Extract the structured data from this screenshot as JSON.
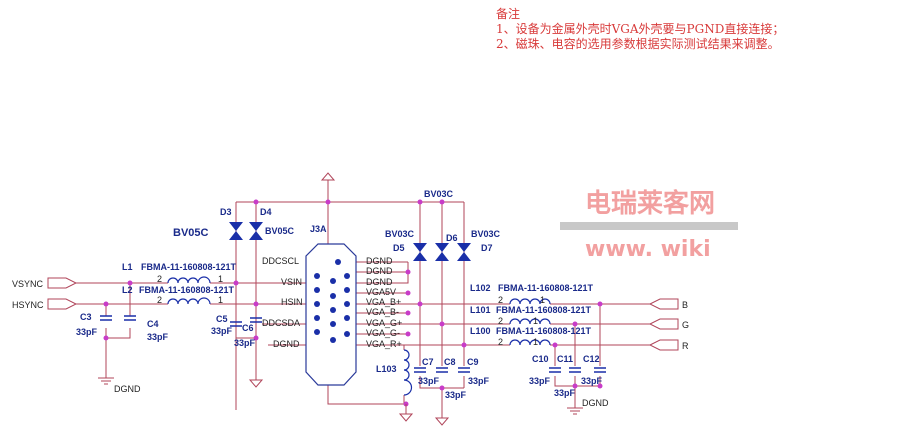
{
  "notes": {
    "title": "备注",
    "line1": "1、设备为金属外壳时VGA外壳要与PGND直接连接；",
    "line2": "2、磁珠、电容的选用参数根据实际测试结果来调整。"
  },
  "watermark": {
    "cn": "电瑞莱客网",
    "url": "www.  wiki"
  },
  "ports": {
    "vsync": "VSYNC",
    "hsync": "HSYNC",
    "b": "B",
    "g": "G",
    "r": "R"
  },
  "inductors": {
    "l1": "L1",
    "l2": "L2",
    "l100": "L100",
    "l101": "L101",
    "l102": "L102",
    "l103": "L103",
    "part": "FBMA-11-160808-121T",
    "pin1": "1",
    "pin2": "2"
  },
  "caps": {
    "c3": "C3",
    "c4": "C4",
    "c5": "C5",
    "c6": "C6",
    "c7": "C7",
    "c8": "C8",
    "c9": "C9",
    "c10": "C10",
    "c11": "C11",
    "c12": "C12",
    "value": "33pF"
  },
  "diodes": {
    "d3": "D3",
    "d4": "D4",
    "d5": "D5",
    "d6": "D6",
    "d7": "D7",
    "bv05c": "BV05C",
    "bv03c": "BV03C"
  },
  "connector": {
    "name": "J3A",
    "left_pins": [
      "DDCSCL",
      "VSIN",
      "HSIN",
      "DDCSDA",
      "DGND"
    ],
    "right_pins": [
      "DGND",
      "DGND",
      "DGND",
      "VGA5V",
      "VGA_B+",
      "VGA_B-",
      "VGA_G+",
      "VGA_G-",
      "VGA_R+"
    ]
  },
  "ground": {
    "dgnd": "DGND"
  }
}
